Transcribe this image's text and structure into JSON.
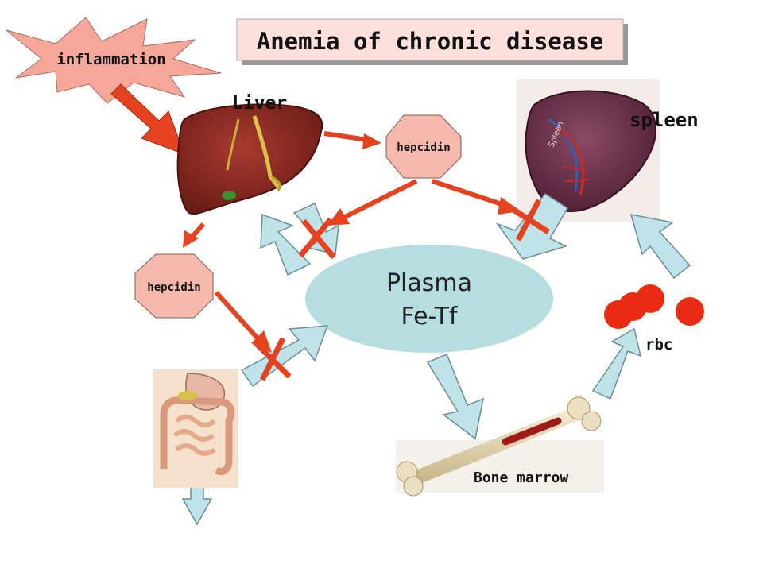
{
  "title": "Anemia of chronic disease",
  "labels": {
    "inflammation": "inflammation",
    "liver": "Liver",
    "spleen": "spleen",
    "hepcidin_top": "hepcidin",
    "hepcidin_left": "hepcidin",
    "plasma_line1": "Plasma",
    "plasma_line2": "Fe-Tf",
    "rbc": "rbc",
    "bone_marrow": "Bone marrow",
    "spleen_organ_text": "Spleen"
  },
  "colors": {
    "title_bg": "#fde0dc",
    "burst": "#f5a89a",
    "hepcidin": "#f5b8ad",
    "plasma": "#b6dde0",
    "flow_arrow": "#bfe3e8",
    "red_arrow": "#e5431f",
    "rbc": "#e82b12",
    "liver": "#8c2a22",
    "spleen": "#6b2f4a"
  }
}
